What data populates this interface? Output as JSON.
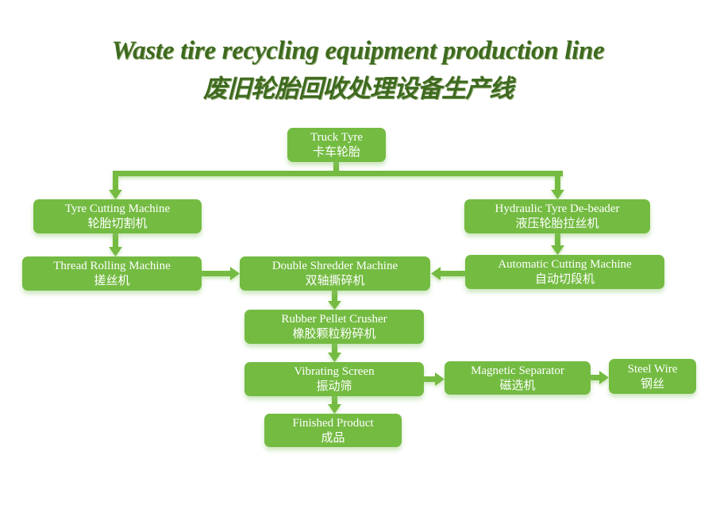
{
  "title": {
    "english": "Waste tire recycling equipment production line",
    "chinese": "废旧轮胎回收处理设备生产线"
  },
  "colors": {
    "title": "#3e6a1f",
    "node_fill": "#74bb42",
    "connector": "#74bb42",
    "node_text": "#ffffff"
  },
  "nodes": {
    "truck_tyre": {
      "en": "Truck Tyre",
      "zh": "卡车轮胎"
    },
    "tyre_cutting": {
      "en": "Tyre Cutting Machine",
      "zh": "轮胎切割机"
    },
    "hydraulic_debeader": {
      "en": "Hydraulic Tyre De-beader",
      "zh": "液压轮胎拉丝机"
    },
    "thread_rolling": {
      "en": "Thread Rolling Machine",
      "zh": "搓丝机"
    },
    "double_shredder": {
      "en": "Double Shredder Machine",
      "zh": "双轴撕碎机"
    },
    "automatic_cutting": {
      "en": "Automatic Cutting Machine",
      "zh": "自动切段机"
    },
    "rubber_pellet": {
      "en": "Rubber Pellet Crusher",
      "zh": "橡胶颗粒粉碎机"
    },
    "vibrating_screen": {
      "en": "Vibrating Screen",
      "zh": "振动筛"
    },
    "magnetic_separator": {
      "en": "Magnetic Separator",
      "zh": "磁选机"
    },
    "steel_wire": {
      "en": "Steel Wire",
      "zh": "钢丝"
    },
    "finished_product": {
      "en": "Finished Product",
      "zh": "成品"
    }
  },
  "edges": [
    {
      "from": "truck_tyre",
      "to": "tyre_cutting"
    },
    {
      "from": "truck_tyre",
      "to": "hydraulic_debeader"
    },
    {
      "from": "tyre_cutting",
      "to": "thread_rolling"
    },
    {
      "from": "hydraulic_debeader",
      "to": "automatic_cutting"
    },
    {
      "from": "thread_rolling",
      "to": "double_shredder"
    },
    {
      "from": "automatic_cutting",
      "to": "double_shredder"
    },
    {
      "from": "double_shredder",
      "to": "rubber_pellet"
    },
    {
      "from": "rubber_pellet",
      "to": "vibrating_screen"
    },
    {
      "from": "vibrating_screen",
      "to": "magnetic_separator"
    },
    {
      "from": "magnetic_separator",
      "to": "steel_wire"
    },
    {
      "from": "vibrating_screen",
      "to": "finished_product"
    }
  ]
}
